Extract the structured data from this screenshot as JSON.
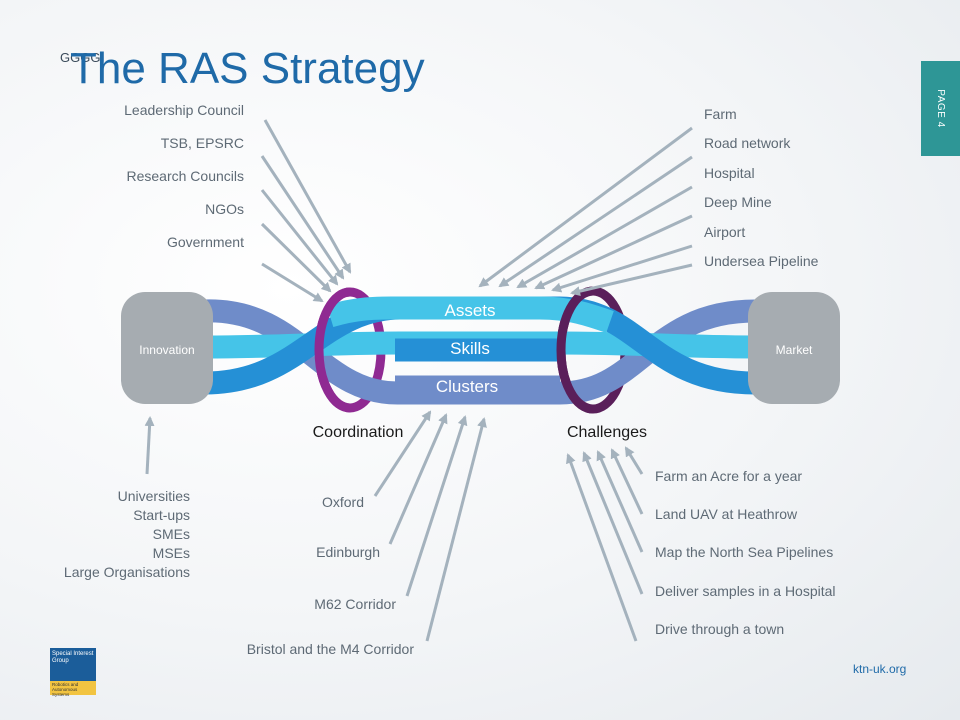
{
  "header": {
    "title": "The RAS Strategy",
    "subtitle": "GGGG",
    "page_label": "PAGE 4"
  },
  "stakeholders": [
    "Leadership Council",
    "TSB, EPSRC",
    "Research Councils",
    "NGOs",
    "Government"
  ],
  "domains": [
    "Farm",
    "Road network",
    "Hospital",
    "Deep Mine",
    "Airport",
    "Undersea Pipeline"
  ],
  "diagram": {
    "left_node": "Innovation",
    "right_node": "Market",
    "bands": [
      "Assets",
      "Skills",
      "Clusters"
    ],
    "ring_left_label": "Coordination",
    "ring_right_label": "Challenges",
    "colors": {
      "assets": "#45c4e8",
      "skills": "#2590d6",
      "clusters": "#6f8cc9",
      "ring_left": "#8f2a92",
      "ring_right": "#5a1f5a",
      "node": "#a6acb1",
      "arrow": "#a4b2bd"
    }
  },
  "sources": [
    "Universities",
    "Start-ups",
    "SMEs",
    "MSEs",
    "Large Organisations"
  ],
  "clusters": [
    "Oxford",
    "Edinburgh",
    "M62 Corridor",
    "Bristol and the M4 Corridor"
  ],
  "challenges": [
    "Farm an Acre for a year",
    "Land UAV at Heathrow",
    "Map the North Sea Pipelines",
    "Deliver samples in a Hospital",
    "Drive through a town"
  ],
  "footer": {
    "logo_line1": "Special Interest Group",
    "logo_line2": "Robotics and Autonomous Systems",
    "site": "ktn-uk.org"
  }
}
